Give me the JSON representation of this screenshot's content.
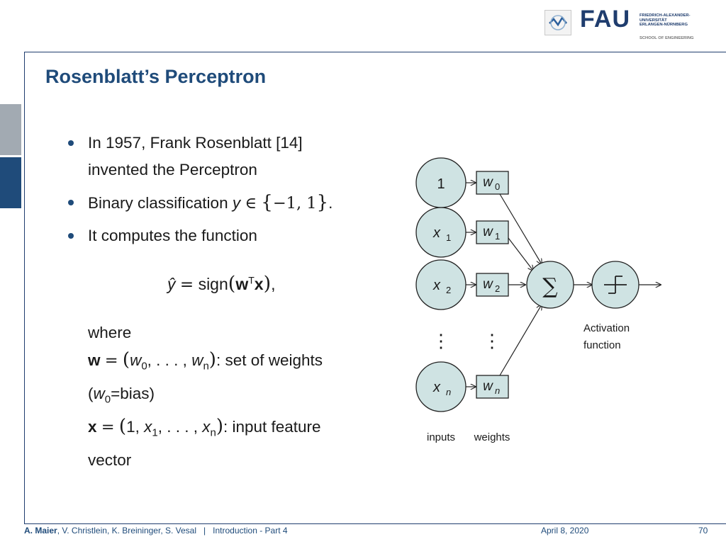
{
  "header": {
    "fau_wordmark": "FAU",
    "university_lines": [
      "FRIEDRICH-ALEXANDER-",
      "UNIVERSITÄT",
      "ERLANGEN-NÜRNBERG"
    ],
    "school": "SCHOOL OF ENGINEERING"
  },
  "slide": {
    "title": "Rosenblatt’s Perceptron",
    "bullets": {
      "b1_line1": "In 1957, Frank Rosenblatt [14]",
      "b1_line2": "invented the Perceptron",
      "b2_text": "Binary classification",
      "b2_var": "y",
      "b2_in": "∈",
      "b2_open": "{",
      "b2_set": "−1, 1",
      "b2_close": "}",
      "b2_end": ".",
      "b3_text": "It computes the function"
    },
    "formula": {
      "lhs": "ŷ",
      "eq": "=",
      "fn": "sign",
      "open": "(",
      "w": "w",
      "sup": "T",
      "x": "x",
      "close": ")",
      "end": ","
    },
    "where": {
      "word": "where",
      "w_bold": "w",
      "eq": "=",
      "open": "(",
      "w0": "w",
      "sub0": "0",
      "dots": ", . . . ,",
      "wn": "w",
      "subn": "n",
      "close": ")",
      "w_desc": ": set of weights",
      "bias_open": "(",
      "bias_w": "w",
      "bias_sub": "0",
      "bias_rest": "=bias)",
      "x_bold": "x",
      "x_one": "1,",
      "x1": "x",
      "sub1": "1",
      "xdots": ", . . . ,",
      "xn": "x",
      "xsubn": "n",
      "x_desc": ": input feature",
      "x_desc2": "vector"
    }
  },
  "diagram": {
    "inputs": [
      {
        "label": "1",
        "sub": ""
      },
      {
        "label": "x",
        "sub": "1"
      },
      {
        "label": "x",
        "sub": "2"
      },
      {
        "label": "x",
        "sub": "n"
      }
    ],
    "weights": [
      {
        "label": "w",
        "sub": "0"
      },
      {
        "label": "w",
        "sub": "1"
      },
      {
        "label": "w",
        "sub": "2"
      },
      {
        "label": "w",
        "sub": "n"
      }
    ],
    "sum_symbol": "∑",
    "vdots": "⋮",
    "activation_label_line1": "Activation",
    "activation_label_line2": "function",
    "inputs_caption": "inputs",
    "weights_caption": "weights",
    "node_fill": "#cfe3e3",
    "stroke": "#222222"
  },
  "footer": {
    "authors_bold": "A. Maier",
    "authors_rest": ", V. Christlein, K. Breininger, S. Vesal",
    "separator": "|",
    "lecture": "Introduction - Part 4",
    "date": "April 8, 2020",
    "page": "70"
  }
}
